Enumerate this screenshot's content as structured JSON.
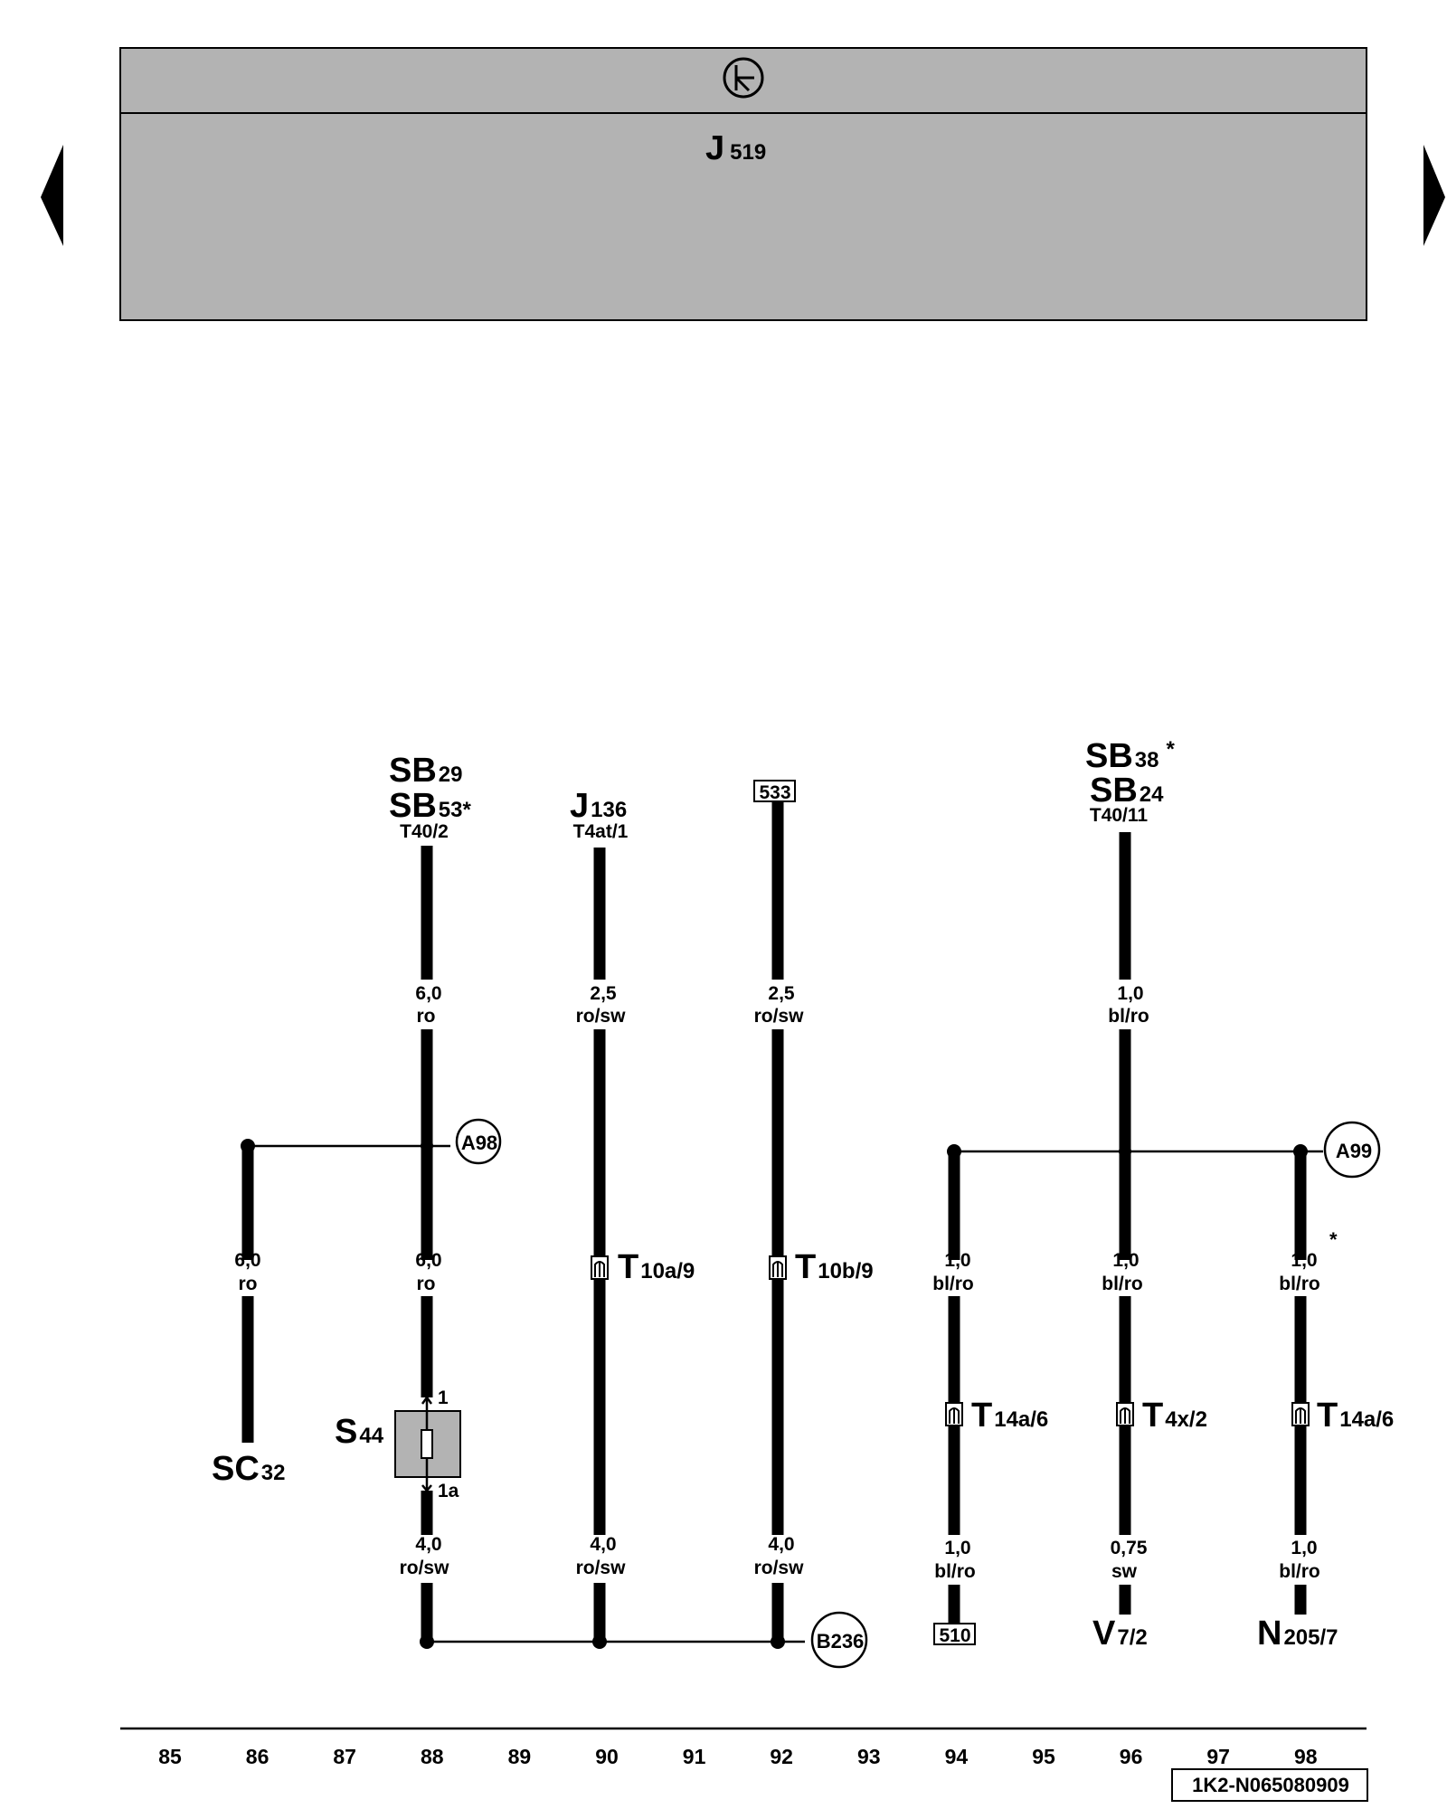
{
  "header": {
    "symbol_icon": "terminal-30-ground-symbol",
    "component": {
      "letter": "J",
      "number": "519"
    }
  },
  "nav": {
    "prev_icon": "arrow-left-icon",
    "next_icon": "arrow-right-icon"
  },
  "wires": {
    "c88": {
      "top": {
        "main1": "SB",
        "sub1": "29",
        "main2": "SB",
        "sub2": "53",
        "star": "*",
        "pin": "T40/2"
      },
      "upper": {
        "size": "6,0",
        "color": "ro"
      },
      "lower": {
        "size": "6,0",
        "color": "ro"
      },
      "bottom": {
        "size": "4,0",
        "color": "ro/sw"
      },
      "splice": "A98"
    },
    "c86": {
      "mid": {
        "size": "6,0",
        "color": "ro"
      },
      "end": {
        "main": "SC",
        "sub": "32"
      }
    },
    "fuse": {
      "main": "S",
      "sub": "44",
      "pin_top": "1",
      "pin_bottom": "1a"
    },
    "c90": {
      "top": {
        "main": "J",
        "sub": "136",
        "pin": "T4at/1"
      },
      "upper": {
        "size": "2,5",
        "color": "ro/sw"
      },
      "conn": {
        "main": "T",
        "sub": "10a/9"
      },
      "bottom": {
        "size": "4,0",
        "color": "ro/sw"
      }
    },
    "c92": {
      "ref": "533",
      "upper": {
        "size": "2,5",
        "color": "ro/sw"
      },
      "conn": {
        "main": "T",
        "sub": "10b/9"
      },
      "bottom": {
        "size": "4,0",
        "color": "ro/sw"
      },
      "splice": "B236"
    },
    "c96": {
      "top": {
        "main1": "SB",
        "sub1": "38",
        "star": "*",
        "main2": "SB",
        "sub2": "24",
        "pin": "T40/11"
      },
      "upper": {
        "size": "1,0",
        "color": "bl/ro"
      },
      "mid": {
        "size": "1,0",
        "color": "bl/ro"
      },
      "conn": {
        "main": "T",
        "sub": "4x/2"
      },
      "bottom": {
        "size": "0,75",
        "color": "sw"
      },
      "end": {
        "main": "V",
        "sub": "7/2"
      },
      "splice": "A99"
    },
    "c94": {
      "mid": {
        "size": "1,0",
        "color": "bl/ro"
      },
      "conn": {
        "main": "T",
        "sub": "14a/6"
      },
      "bottom": {
        "size": "1,0",
        "color": "bl/ro"
      },
      "ref": "510"
    },
    "c98": {
      "star": "*",
      "mid": {
        "size": "1,0",
        "color": "bl/ro"
      },
      "conn": {
        "main": "T",
        "sub": "14a/6"
      },
      "bottom": {
        "size": "1,0",
        "color": "bl/ro"
      },
      "end": {
        "main": "N",
        "sub": "205/7"
      }
    }
  },
  "footer": {
    "columns": [
      "85",
      "86",
      "87",
      "88",
      "89",
      "90",
      "91",
      "92",
      "93",
      "94",
      "95",
      "96",
      "97",
      "98"
    ],
    "doc_id": "1K2-N065080909"
  }
}
